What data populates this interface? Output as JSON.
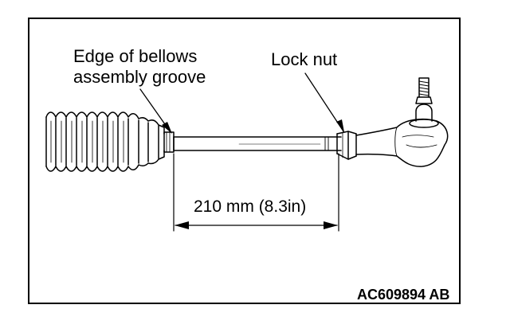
{
  "labels": {
    "edge_line1": "Edge of bellows",
    "edge_line2": "assembly groove",
    "lock_nut": "Lock nut",
    "dimension": "210 mm (8.3in)",
    "figure_code": "AC609894 AB"
  },
  "parts": [
    "bellows",
    "tie-rod",
    "lock-nut",
    "tie-rod-end",
    "ball-stud"
  ],
  "colors": {
    "ink": "#000000",
    "paper": "#ffffff"
  }
}
